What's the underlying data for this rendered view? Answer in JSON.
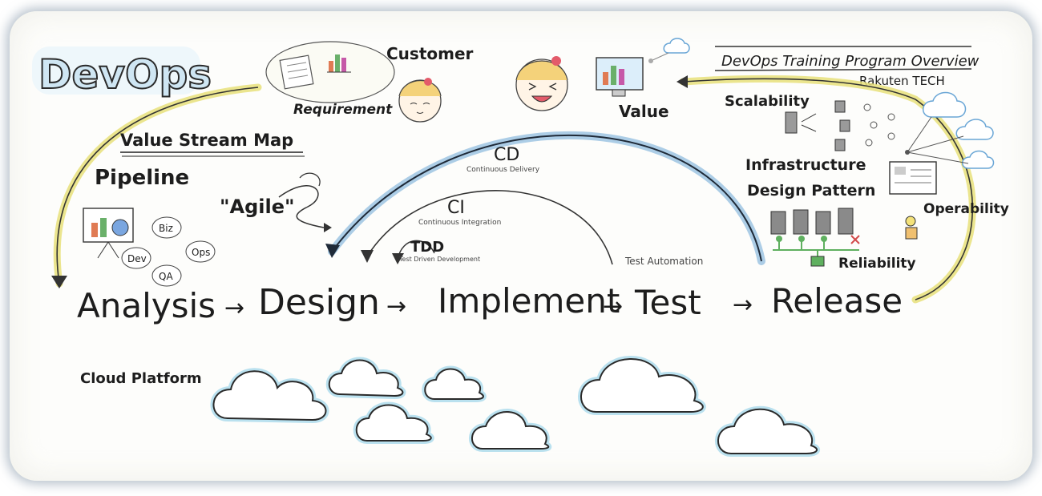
{
  "logo": {
    "text": "DevOps",
    "fill": "#cfe6f3",
    "stroke": "#2a2a2a"
  },
  "header": {
    "title": "DevOps Training Program Overview",
    "author": "Rakuten TECH"
  },
  "labels": {
    "customer": "Customer",
    "requirement": "Requirement",
    "value": "Value",
    "value_stream_map": "Value Stream Map",
    "pipeline": "Pipeline",
    "agile": "\"Agile\"",
    "scalability": "Scalability",
    "infrastructure": "Infrastructure",
    "design_pattern": "Design Pattern",
    "operability": "Operability",
    "reliability": "Reliability",
    "cloud_platform": "Cloud Platform"
  },
  "roles": [
    "Biz",
    "Dev",
    "Ops",
    "QA"
  ],
  "loops": {
    "cd": {
      "title": "CD",
      "subtitle": "Continuous Delivery"
    },
    "ci": {
      "title": "CI",
      "subtitle": "Continuous Integration"
    },
    "tdd": {
      "title": "TDD",
      "subtitle": "Test Driven Development"
    },
    "test_automation": "Test Automation"
  },
  "stages": [
    "Analysis",
    "Design",
    "Implement",
    "Test",
    "Release"
  ],
  "colors": {
    "yellow_arc": "#e8e07a",
    "blue_arc": "#6aa6d6",
    "cloud_glow": "#9fd6ea",
    "server": "#8a8a8a",
    "reliability_green": "#5fb05f",
    "reliability_red": "#d24a4a"
  }
}
